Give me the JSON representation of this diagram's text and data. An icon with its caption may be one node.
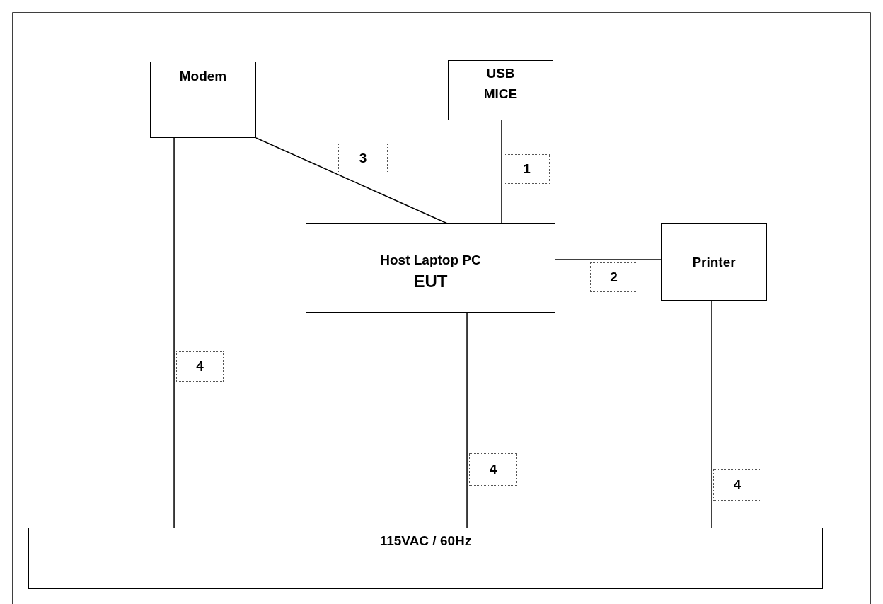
{
  "diagram": {
    "nodes": [
      {
        "text": [
          "Modem"
        ]
      },
      {
        "text": [
          "USB MICE"
        ]
      },
      {
        "text": [
          "Host Laptop PC",
          "EUT"
        ]
      },
      {
        "text": [
          "Printer"
        ]
      },
      {
        "text": [
          "115VAC / 60Hz"
        ]
      }
    ],
    "edges": [
      {
        "from": 0,
        "to": 2,
        "arrow": "none",
        "label": "3"
      },
      {
        "from": 1,
        "to": 2,
        "arrow": "none",
        "label": "1"
      },
      {
        "from": 2,
        "to": 3,
        "arrow": "none",
        "label": "2"
      },
      {
        "from": 0,
        "to": 4,
        "arrow": "none",
        "label": "4"
      },
      {
        "from": 2,
        "to": 4,
        "arrow": "none",
        "label": "4"
      },
      {
        "from": 3,
        "to": 4,
        "arrow": "none",
        "label": "4"
      }
    ]
  }
}
